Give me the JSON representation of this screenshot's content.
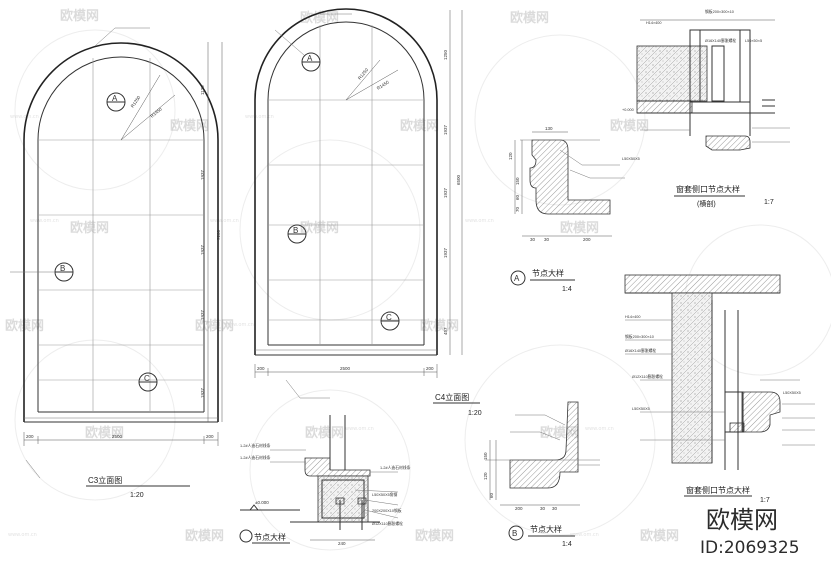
{
  "brand": {
    "logo_text": "欧模网",
    "id_text": "ID:2069325"
  },
  "watermark": {
    "logo_text": "欧模网",
    "site_text": "www.om.cn"
  },
  "c3": {
    "title": "C3立面图",
    "scale": "1:20",
    "markers": [
      "A",
      "B",
      "C"
    ],
    "dims_bottom": [
      "200",
      "2500",
      "200"
    ],
    "dims_right": [
      "1120",
      "1937",
      "1937",
      "1937",
      "1937"
    ],
    "dims_overall": "7200",
    "radius_1": "R1250",
    "radius_2": "R1450"
  },
  "c4": {
    "title": "C4立面图",
    "scale": "1:20",
    "markers": [
      "A",
      "B",
      "C"
    ],
    "dims_bottom": [
      "200",
      "2500",
      "200"
    ],
    "dims_right": [
      "1250",
      "1937",
      "1937",
      "1937",
      "457"
    ],
    "dims_overall": "6500",
    "radius_1": "R1250",
    "radius_2": "R1450"
  },
  "detail_a": {
    "marker": "A",
    "title": "节点大样",
    "scale": "1:4",
    "dims_top": [
      "130"
    ],
    "dims_left": [
      "120",
      "150",
      "60",
      "70"
    ],
    "dims_bottom": [
      "30",
      "30",
      "200"
    ]
  },
  "detail_b": {
    "marker": "B",
    "title": "节点大样",
    "scale": "1:4",
    "dims_left": [
      "120",
      "150",
      "60"
    ],
    "dims_bottom": [
      "30",
      "30",
      "200"
    ]
  },
  "detail_c": {
    "title": "节点大样",
    "level": "±0.000",
    "notes": [
      "1-2#人造石材线条",
      "1-2#人造石材线条",
      "1-2#人造石材线条",
      "200X200X10钢板",
      "Ø12X110膨胀螺栓",
      "L50X50X5角钢"
    ],
    "dim_bottom": "240"
  },
  "window_top": {
    "title": "窗套侧口节点大样",
    "subtitle": "(横剖)",
    "scale": "1:7",
    "notes": [
      "H14×400",
      "钢板200×300×10",
      "Ø16X140膨胀螺栓",
      "L50×50×5",
      "+0.000",
      "L50X50X5"
    ]
  },
  "window_bottom": {
    "title": "窗套侧口节点大样",
    "scale": "1:7",
    "notes": [
      "H14×400",
      "钢板200×300×10",
      "Ø16X140膨胀螺栓",
      "L50X50X5",
      "Ø12X110膨胀螺栓",
      "L50X50X5"
    ]
  }
}
